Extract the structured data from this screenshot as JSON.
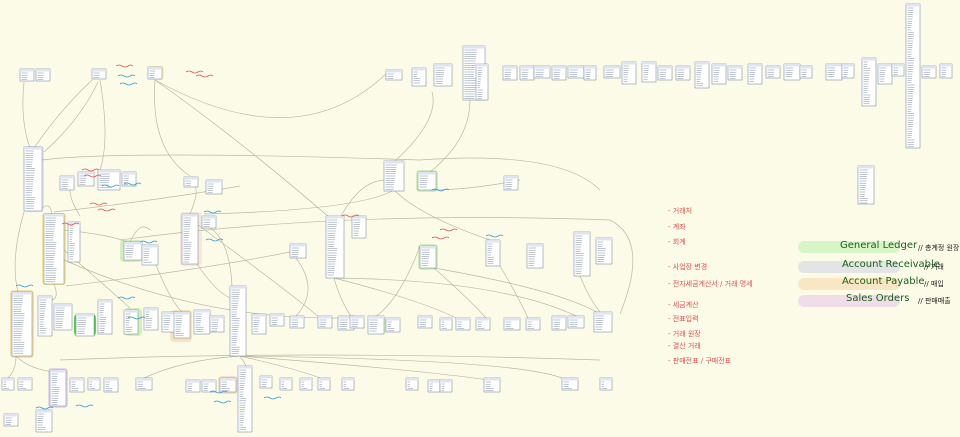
{
  "legend": [
    {
      "label": "General Ledger",
      "note": "// 총계정 원장",
      "color": "#d8f5c8"
    },
    {
      "label": "Account Receivable",
      "note": "// 거래",
      "color": "#e2e4e6"
    },
    {
      "label": "Account Payable",
      "note": "// 매입",
      "color": "#f8e6c4"
    },
    {
      "label": "Sales Orders",
      "note": "// 판매매출",
      "color": "#f1dcea"
    }
  ],
  "memo_items": [
    "- 거래처",
    "- 계좌",
    "- 회계",
    "- 사업장 변경",
    "- 전자세금계산서 / 거래 명세",
    "- 세금계산",
    "- 전표입력",
    "- 거래 원장",
    "- 결산 거래",
    "- 판매전표 / 구매전표"
  ],
  "colors": {
    "background": "#fbfbe8",
    "table_border": "#6a7a9a",
    "relation_line": "#bdb9a0",
    "annotation_red": "#e05050",
    "annotation_blue": "#2a9ad8"
  }
}
